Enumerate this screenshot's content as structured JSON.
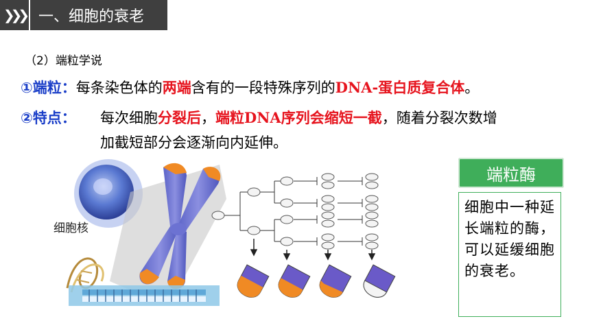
{
  "header": {
    "title": "一、细胞的衰老"
  },
  "subhead": "（2）端粒学说",
  "point1": {
    "label": "①端粒：",
    "text_a": "每条染色体的",
    "text_b": "两端",
    "text_c": "含有的一段特殊序列的",
    "text_d": "DNA-蛋白质复合体",
    "text_e": "。"
  },
  "point2": {
    "label": "②特点：",
    "text_a": "每次细胞",
    "text_b": "分裂后",
    "text_c": "，",
    "text_d": "端粒DNA序列会缩短一截",
    "text_e": "，随着分裂次数增",
    "text_f": "加截短部分会逐渐向内延伸。"
  },
  "diagram": {
    "nucleus_label": "细胞核"
  },
  "sidebar": {
    "title": "端粒酶",
    "body": "细胞中一种延长端粒的酶，可以延缓细胞的衰老。"
  },
  "colors": {
    "blue": "#1a3ec8",
    "red": "#e6141e",
    "green": "#3fae5a",
    "header": "#3f3f3f"
  }
}
